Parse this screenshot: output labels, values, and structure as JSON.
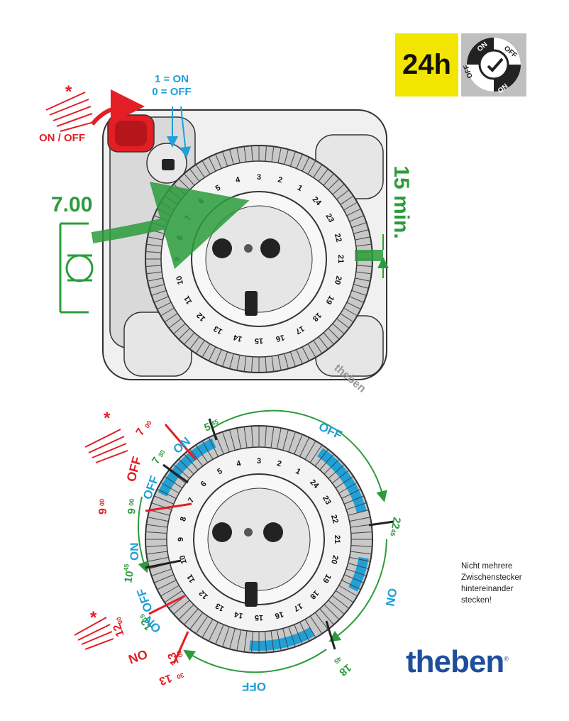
{
  "badge": {
    "label": "24h"
  },
  "dial_badge": {
    "on": "ON",
    "off": "OFF",
    "off2": "OFF",
    "no": "NO"
  },
  "legend": {
    "line1": "1 = ON",
    "line2": "0 = OFF"
  },
  "switch_label": "ON / OFF",
  "time_label": "7.00",
  "minutes_label": "15 min.",
  "asterisk": "*",
  "theben_small": "theben",
  "hours": [
    "1",
    "2",
    "3",
    "4",
    "5",
    "6",
    "7",
    "8",
    "9",
    "10",
    "11",
    "12",
    "13",
    "14",
    "15",
    "16",
    "17",
    "18",
    "19",
    "20",
    "21",
    "22",
    "23",
    "24"
  ],
  "schedule": {
    "t_700": "7",
    "t_700_sup": "00",
    "t_730": "7",
    "t_730_sup": "30",
    "t_900_red": "9",
    "t_900_red_sup": "00",
    "t_900_green": "9",
    "t_900_green_sup": "00",
    "t_1045": "10",
    "t_1045_sup": "45",
    "t_1215": "12",
    "t_1215_sup": "15",
    "t_1200": "12",
    "t_1200_sup": "00",
    "t_1300": "13",
    "t_1300_sup": "00",
    "t_1330": "13",
    "t_1330_sup": "30",
    "t_545": "5",
    "t_545_sup": "45",
    "t_2245": "22",
    "t_2245_sup": "45",
    "t_1845": "18",
    "t_1845_sup": "45",
    "on_a": "ON",
    "off_a": "OFF",
    "off_b": "OFF",
    "on_b": "ON",
    "off_c": "OFF",
    "on_c": "ON",
    "on_d": "ON",
    "off_top": "OFF",
    "on_right": "ON",
    "off_bottom": "OFF",
    "on_red": "ON"
  },
  "note": [
    "Nicht mehrere",
    "Zwischenstecker",
    "hintereinander",
    "stecken!"
  ],
  "brand": {
    "name": "theben",
    "mark": "®"
  },
  "colors": {
    "red": "#e31e24",
    "green": "#2b9c3b",
    "blue": "#1fa0d6",
    "yellow": "#f2e600",
    "brand": "#1f4e9c"
  }
}
